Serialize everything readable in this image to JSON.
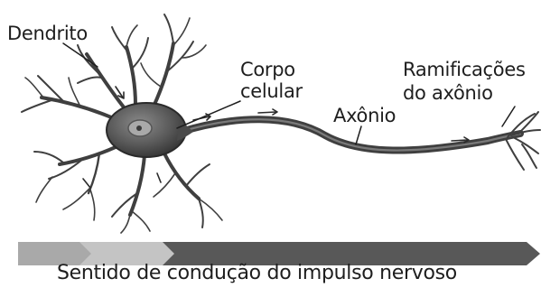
{
  "labels": {
    "dendrito": "Dendrito",
    "corpo_celular_line1": "Corpo",
    "corpo_celular_line2": "celular",
    "axonio": "Axônio",
    "ramificacoes_line1": "Ramificações",
    "ramificacoes_line2": "do axônio",
    "direction_caption": "Sentido de condução do impulso nervoso"
  },
  "colors": {
    "background": "#ffffff",
    "text": "#1e1e1e",
    "neuron": "#3f3f3f",
    "arrow_light": "#a9a9a9",
    "arrow_mid": "#c4c4c4",
    "arrow_dark": "#585858"
  }
}
